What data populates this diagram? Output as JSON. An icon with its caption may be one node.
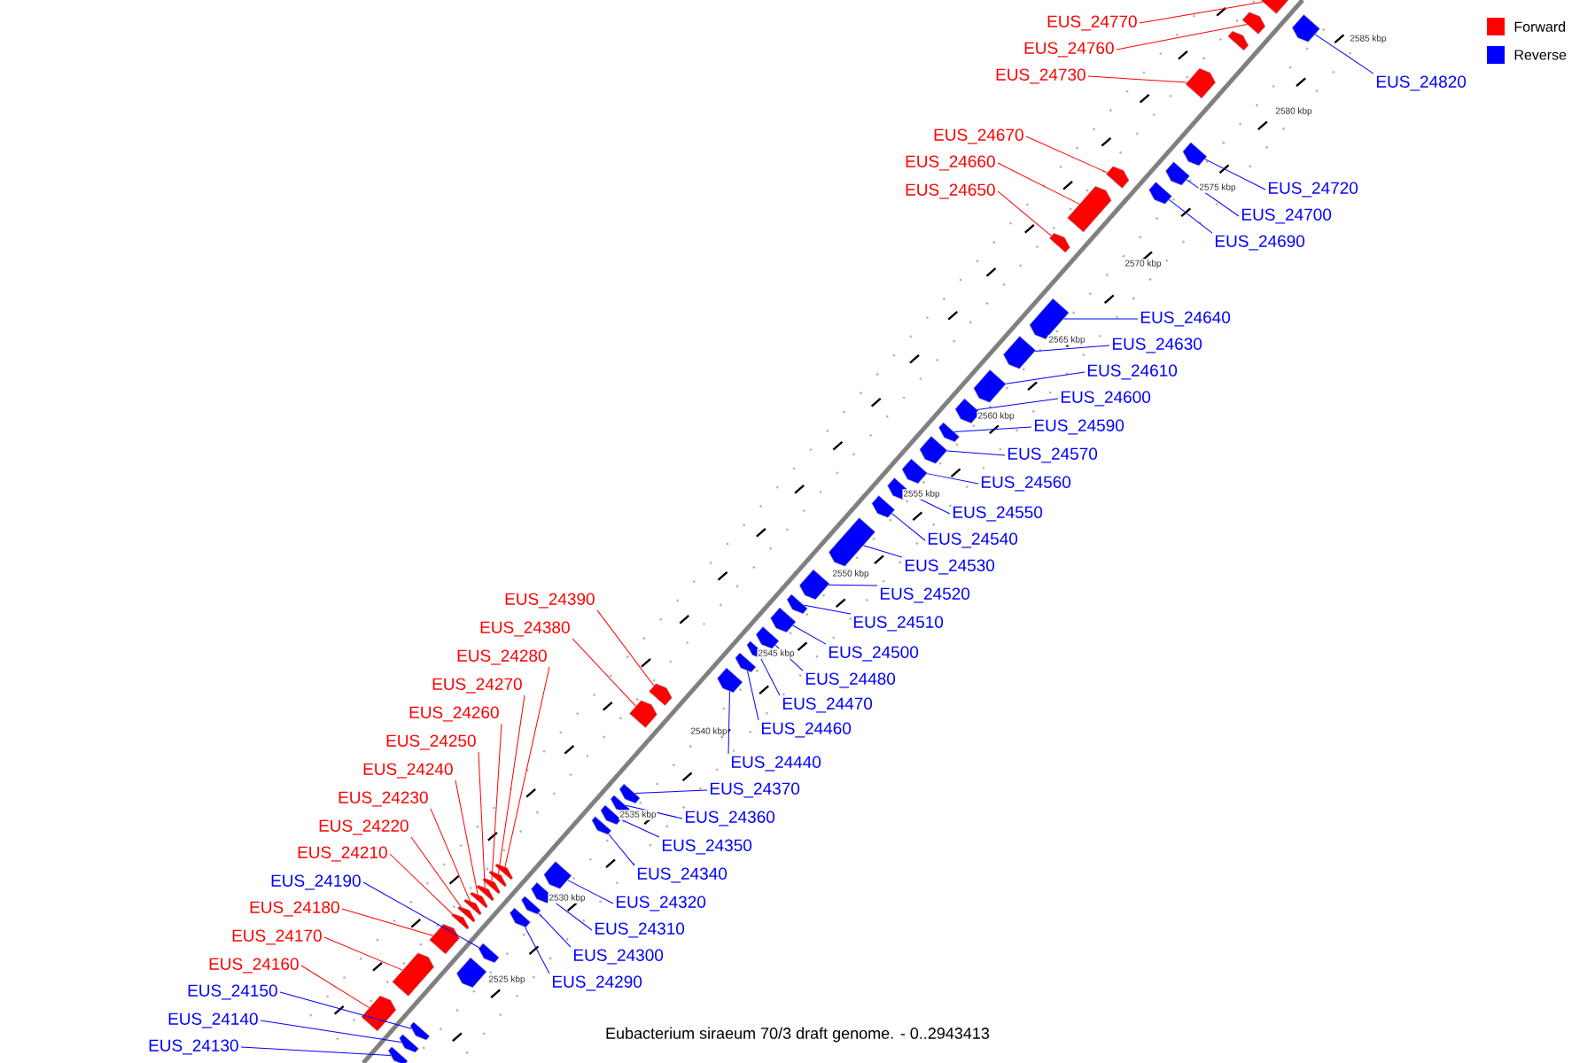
{
  "diagram": {
    "caption": "Eubacterium siraeum 70/3 draft genome. - 0..2943413",
    "nodes": [
      {
        "text": [
          "EUS_24770"
        ]
      },
      {
        "text": [
          "EUS_24760"
        ]
      },
      {
        "text": [
          "EUS_24730"
        ]
      },
      {
        "text": [
          "EUS_24820"
        ]
      },
      {
        "text": [
          "EUS_24670"
        ]
      },
      {
        "text": [
          "EUS_24660"
        ]
      },
      {
        "text": [
          "EUS_24720"
        ]
      },
      {
        "text": [
          "EUS_24650"
        ]
      },
      {
        "text": [
          "EUS_24700"
        ]
      },
      {
        "text": [
          "EUS_24690"
        ]
      },
      {
        "text": [
          "EUS_24640"
        ]
      },
      {
        "text": [
          "EUS_24630"
        ]
      },
      {
        "text": [
          "EUS_24610"
        ]
      },
      {
        "text": [
          "EUS_24600"
        ]
      },
      {
        "text": [
          "EUS_24590"
        ]
      },
      {
        "text": [
          "EUS_24570"
        ]
      },
      {
        "text": [
          "EUS_24560"
        ]
      },
      {
        "text": [
          "EUS_24550"
        ]
      },
      {
        "text": [
          "EUS_24540"
        ]
      },
      {
        "text": [
          "EUS_24530"
        ]
      },
      {
        "text": [
          "EUS_24520"
        ]
      },
      {
        "text": [
          "EUS_24390"
        ]
      },
      {
        "text": [
          "EUS_24510"
        ]
      },
      {
        "text": [
          "EUS_24380"
        ]
      },
      {
        "text": [
          "EUS_24500"
        ]
      },
      {
        "text": [
          "EUS_24280"
        ]
      },
      {
        "text": [
          "EUS_24480"
        ]
      },
      {
        "text": [
          "EUS_24270"
        ]
      },
      {
        "text": [
          "EUS_24470"
        ]
      },
      {
        "text": [
          "EUS_24260"
        ]
      },
      {
        "text": [
          "EUS_24460"
        ]
      },
      {
        "text": [
          "EUS_24250"
        ]
      },
      {
        "text": [
          "EUS_24440"
        ]
      },
      {
        "text": [
          "EUS_24240"
        ]
      },
      {
        "text": [
          "EUS_24370"
        ]
      },
      {
        "text": [
          "EUS_24230"
        ]
      },
      {
        "text": [
          "EUS_24360"
        ]
      },
      {
        "text": [
          "EUS_24220"
        ]
      },
      {
        "text": [
          "EUS_24350"
        ]
      },
      {
        "text": [
          "EUS_24210"
        ]
      },
      {
        "text": [
          "EUS_24340"
        ]
      },
      {
        "text": [
          "EUS_24190"
        ]
      },
      {
        "text": [
          "EUS_24320"
        ]
      },
      {
        "text": [
          "EUS_24180"
        ]
      },
      {
        "text": [
          "EUS_24310"
        ]
      },
      {
        "text": [
          "EUS_24170"
        ]
      },
      {
        "text": [
          "EUS_24300"
        ]
      },
      {
        "text": [
          "EUS_24160"
        ]
      },
      {
        "text": [
          "EUS_24290"
        ]
      },
      {
        "text": [
          "EUS_24150"
        ]
      },
      {
        "text": [
          "EUS_24140"
        ]
      },
      {
        "text": [
          "EUS_24130"
        ]
      },
      {
        "text": [],
        "shape": "arrow"
      },
      {
        "text": [],
        "shape": "arrow"
      },
      {
        "text": [],
        "shape": "arrow"
      },
      {
        "text": [],
        "shape": "arrow"
      },
      {
        "text": [],
        "shape": "arrow"
      },
      {
        "text": [],
        "shape": "arrow"
      },
      {
        "text": [],
        "shape": "arrow"
      },
      {
        "text": [],
        "shape": "arrow"
      },
      {
        "text": [],
        "shape": "arrow"
      },
      {
        "text": [],
        "shape": "arrow"
      },
      {
        "text": [],
        "shape": "arrow"
      },
      {
        "text": [],
        "shape": "arrow"
      },
      {
        "text": [],
        "shape": "arrow"
      },
      {
        "text": [],
        "shape": "arrow"
      },
      {
        "text": [],
        "shape": "arrow"
      },
      {
        "text": [],
        "shape": "arrow"
      },
      {
        "text": [],
        "shape": "arrow"
      },
      {
        "text": [],
        "shape": "arrow"
      },
      {
        "text": [],
        "shape": "arrow"
      },
      {
        "text": [],
        "shape": "arrow"
      },
      {
        "text": [],
        "shape": "arrow"
      },
      {
        "text": [],
        "shape": "arrow"
      },
      {
        "text": [],
        "shape": "arrow"
      },
      {
        "text": [],
        "shape": "arrow"
      },
      {
        "text": [],
        "shape": "arrow"
      },
      {
        "text": [],
        "shape": "arrow"
      },
      {
        "text": [],
        "shape": "arrow"
      },
      {
        "text": [],
        "shape": "arrow"
      },
      {
        "text": [],
        "shape": "arrow"
      },
      {
        "text": [],
        "shape": "arrow"
      },
      {
        "text": [],
        "shape": "arrow"
      },
      {
        "text": [],
        "shape": "arrow"
      },
      {
        "text": [],
        "shape": "arrow"
      },
      {
        "text": [],
        "shape": "arrow"
      },
      {
        "text": [],
        "shape": "arrow"
      },
      {
        "text": [],
        "shape": "arrow"
      },
      {
        "text": [],
        "shape": "arrow"
      },
      {
        "text": [],
        "shape": "arrow"
      },
      {
        "text": [],
        "shape": "arrow"
      },
      {
        "text": [],
        "shape": "arrow"
      },
      {
        "text": [],
        "shape": "arrow"
      },
      {
        "text": [],
        "shape": "arrow"
      },
      {
        "text": [],
        "shape": "arrow"
      },
      {
        "text": [],
        "shape": "arrow"
      },
      {
        "text": [],
        "shape": "arrow"
      },
      {
        "text": [],
        "shape": "arrow"
      },
      {
        "text": [],
        "shape": "arrow"
      },
      {
        "text": [],
        "shape": "arrow"
      },
      {
        "text": [],
        "shape": "arrow"
      },
      {
        "text": [],
        "shape": "arrow"
      },
      {
        "text": [],
        "shape": "arrow"
      },
      {
        "text": [],
        "shape": "arrow"
      },
      {
        "text": [],
        "shape": "arrow"
      },
      {
        "text": [],
        "shape": "arrow"
      }
    ],
    "edges": [
      {
        "from": 0,
        "to": 53,
        "arrow": "none",
        "color": "#ff0000"
      },
      {
        "from": 1,
        "to": 54,
        "arrow": "none",
        "color": "#ff0000"
      },
      {
        "from": 2,
        "to": 56,
        "arrow": "none",
        "color": "#ff0000"
      },
      {
        "from": 3,
        "to": 52,
        "arrow": "none"
      },
      {
        "from": 4,
        "to": 60,
        "arrow": "none",
        "color": "#ff0000"
      },
      {
        "from": 5,
        "to": 61,
        "arrow": "none",
        "color": "#ff0000"
      },
      {
        "from": 6,
        "to": 57,
        "arrow": "none"
      },
      {
        "from": 7,
        "to": 62,
        "arrow": "none",
        "color": "#ff0000"
      },
      {
        "from": 8,
        "to": 58,
        "arrow": "none"
      },
      {
        "from": 9,
        "to": 59,
        "arrow": "none"
      },
      {
        "from": 10,
        "to": 63,
        "arrow": "none"
      },
      {
        "from": 11,
        "to": 64,
        "arrow": "none"
      },
      {
        "from": 12,
        "to": 65,
        "arrow": "none"
      },
      {
        "from": 13,
        "to": 66,
        "arrow": "none"
      },
      {
        "from": 14,
        "to": 67,
        "arrow": "none"
      },
      {
        "from": 15,
        "to": 68,
        "arrow": "none"
      },
      {
        "from": 16,
        "to": 69,
        "arrow": "none"
      },
      {
        "from": 17,
        "to": 70,
        "arrow": "none"
      },
      {
        "from": 18,
        "to": 71,
        "arrow": "none"
      },
      {
        "from": 19,
        "to": 72,
        "arrow": "none"
      },
      {
        "from": 20,
        "to": 73,
        "arrow": "none"
      },
      {
        "from": 21,
        "to": 80,
        "arrow": "none",
        "color": "#ff0000"
      },
      {
        "from": 22,
        "to": 74,
        "arrow": "none"
      },
      {
        "from": 23,
        "to": 81,
        "arrow": "none",
        "color": "#ff0000"
      },
      {
        "from": 24,
        "to": 75,
        "arrow": "none"
      },
      {
        "from": 25,
        "to": 88,
        "arrow": "none",
        "color": "#ff0000"
      },
      {
        "from": 26,
        "to": 76,
        "arrow": "none"
      },
      {
        "from": 27,
        "to": 90,
        "arrow": "none",
        "color": "#ff0000"
      },
      {
        "from": 28,
        "to": 77,
        "arrow": "none"
      },
      {
        "from": 29,
        "to": 91,
        "arrow": "none",
        "color": "#ff0000"
      },
      {
        "from": 30,
        "to": 78,
        "arrow": "none"
      },
      {
        "from": 31,
        "to": 93,
        "arrow": "none",
        "color": "#ff0000"
      },
      {
        "from": 32,
        "to": 79,
        "arrow": "none"
      },
      {
        "from": 33,
        "to": 94,
        "arrow": "none",
        "color": "#ff0000"
      },
      {
        "from": 34,
        "to": 82,
        "arrow": "none"
      },
      {
        "from": 35,
        "to": 95,
        "arrow": "none",
        "color": "#ff0000"
      },
      {
        "from": 36,
        "to": 83,
        "arrow": "none"
      },
      {
        "from": 37,
        "to": 96,
        "arrow": "none",
        "color": "#ff0000"
      },
      {
        "from": 38,
        "to": 84,
        "arrow": "none"
      },
      {
        "from": 39,
        "to": 97,
        "arrow": "none",
        "color": "#ff0000"
      },
      {
        "from": 40,
        "to": 85,
        "arrow": "none"
      },
      {
        "from": 41,
        "to": 98,
        "arrow": "none"
      },
      {
        "from": 42,
        "to": 86,
        "arrow": "none"
      },
      {
        "from": 43,
        "to": 99,
        "arrow": "none",
        "color": "#ff0000"
      },
      {
        "from": 44,
        "to": 87,
        "arrow": "none"
      },
      {
        "from": 45,
        "to": 101,
        "arrow": "none",
        "color": "#ff0000"
      },
      {
        "from": 46,
        "to": 89,
        "arrow": "none"
      },
      {
        "from": 47,
        "to": 102,
        "arrow": "none",
        "color": "#ff0000"
      },
      {
        "from": 48,
        "to": 92,
        "arrow": "none"
      },
      {
        "from": 49,
        "to": 103,
        "arrow": "none"
      },
      {
        "from": 50,
        "to": 104,
        "arrow": "none"
      },
      {
        "from": 51,
        "to": 105,
        "arrow": "none"
      }
    ],
    "labels": [
      "2585 kbp",
      "2580 kbp",
      "2575 kbp",
      "2570 kbp",
      "2565 kbp",
      "2560 kbp",
      "2555 kbp",
      "2550 kbp",
      "2545 kbp",
      "2540 kbp",
      "2535 kbp",
      "2530 kbp",
      "2525 kbp"
    ],
    "legend": [
      {
        "text": "Forward",
        "color": "#ff0000"
      },
      {
        "text": "Reverse",
        "color": "#0000ff"
      }
    ]
  }
}
